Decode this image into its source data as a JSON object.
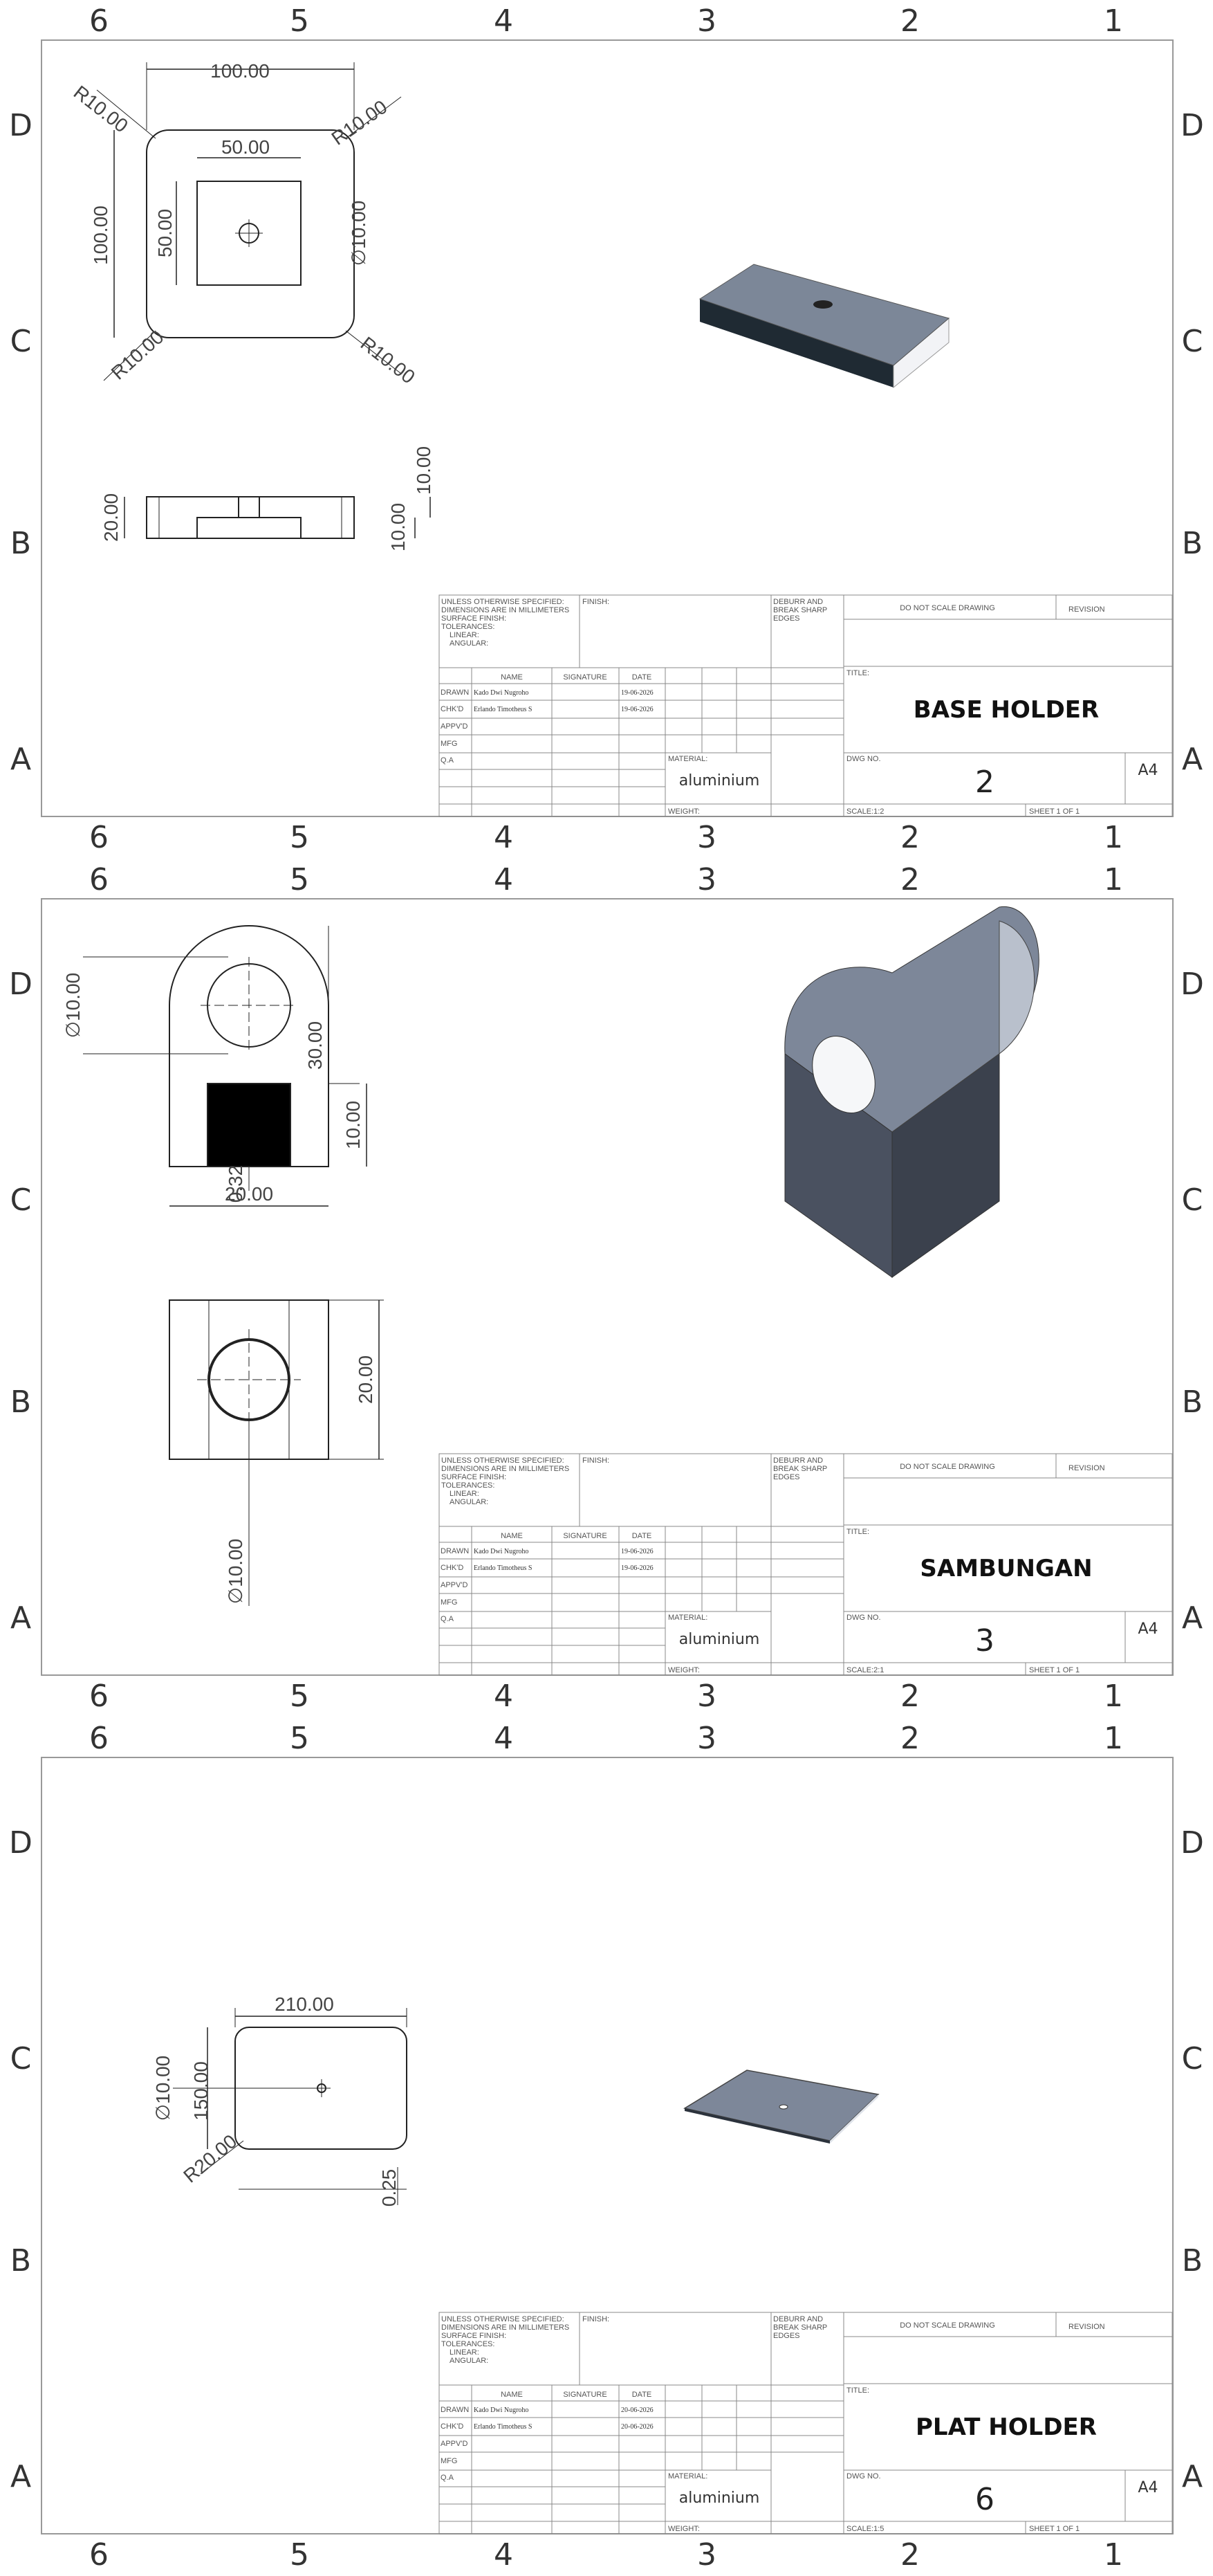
{
  "zones": {
    "cols": [
      "6",
      "5",
      "4",
      "3",
      "2",
      "1"
    ],
    "rows": [
      "D",
      "C",
      "B",
      "A"
    ]
  },
  "title_block": {
    "notes_lines": [
      "UNLESS OTHERWISE SPECIFIED:",
      "DIMENSIONS ARE IN MILLIMETERS",
      "SURFACE FINISH:",
      "TOLERANCES:",
      "LINEAR:",
      "ANGULAR:"
    ],
    "finish": "FINISH:",
    "deburr_lines": [
      "DEBURR AND",
      "BREAK SHARP",
      "EDGES"
    ],
    "no_scale": "DO NOT SCALE DRAWING",
    "revision": "REVISION",
    "col_name": "NAME",
    "col_signature": "SIGNATURE",
    "col_date": "DATE",
    "row_drawn": "DRAWN",
    "row_chkd": "CHK'D",
    "row_appvd": "APPV'D",
    "row_mfg": "MFG",
    "row_qa": "Q.A",
    "title_label": "TITLE:",
    "material_label": "MATERIAL:",
    "dwg_label": "DWG NO.",
    "weight_label": "WEIGHT:",
    "size": "A4"
  },
  "sheets": [
    {
      "title": "BASE HOLDER",
      "material": "aluminium",
      "dwg_no": "2",
      "scale": "SCALE:1:2",
      "sheet": "SHEET 1 OF 1",
      "drawn_by": "Kado Dwi Nugroho",
      "drawn_date": "19-06-2026",
      "checked_by": "Erlando Timotheus S",
      "checked_date": "19-06-2026",
      "dims": {
        "width": "100.00",
        "height": "100.00",
        "inner_w": "50.00",
        "inner_h": "50.00",
        "hole": "∅10.00",
        "r_tl": "R10.00",
        "r_tr": "R10.00",
        "r_bl": "R10.00",
        "r_br": "R10.00",
        "side_h": "20.00",
        "step_a": "10.00",
        "step_b": "10.00"
      }
    },
    {
      "title": "SAMBUNGAN",
      "material": "aluminium",
      "dwg_no": "3",
      "scale": "SCALE:2:1",
      "sheet": "SHEET 1 OF 1",
      "drawn_by": "Kado Dwi Nugroho",
      "drawn_date": "19-06-2026",
      "checked_by": "Erlando Timotheus S",
      "checked_date": "19-06-2026",
      "dims": {
        "hole_top": "∅10.00",
        "height": "30.00",
        "slot": "10.00",
        "gap": "0.32",
        "width": "20.00",
        "depth": "20.00",
        "hole_bottom": "∅10.00"
      }
    },
    {
      "title": "PLAT HOLDER",
      "material": "aluminium",
      "dwg_no": "6",
      "scale": "SCALE:1:5",
      "sheet": "SHEET 1 OF 1",
      "drawn_by": "Kado Dwi Nugroho",
      "drawn_date": "20-06-2026",
      "checked_by": "Erlando Timotheus S",
      "checked_date": "20-06-2026",
      "dims": {
        "width": "210.00",
        "height": "150.00",
        "hole": "∅10.00",
        "radius": "R20.00",
        "thickness": "0.25"
      }
    }
  ]
}
